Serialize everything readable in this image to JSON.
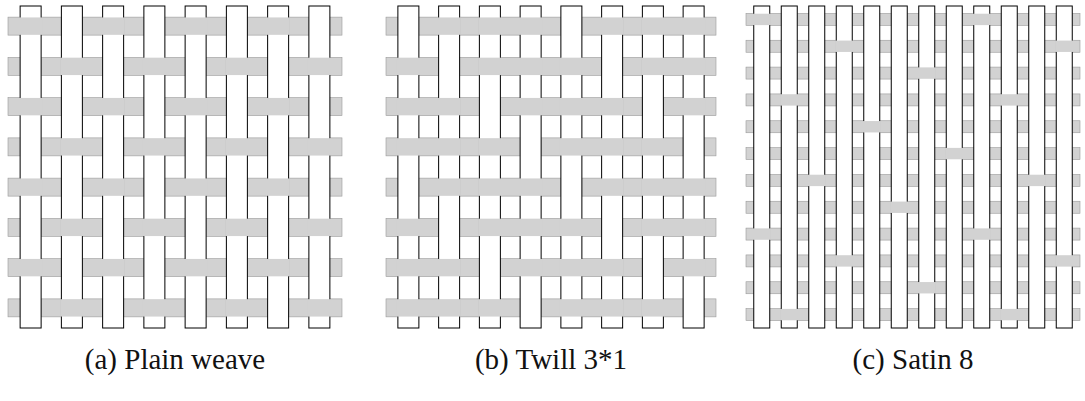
{
  "diagram": {
    "labels": [
      "(a) Plain weave",
      "(b) Twill 3*1",
      "(c) Satin 8"
    ]
  }
}
